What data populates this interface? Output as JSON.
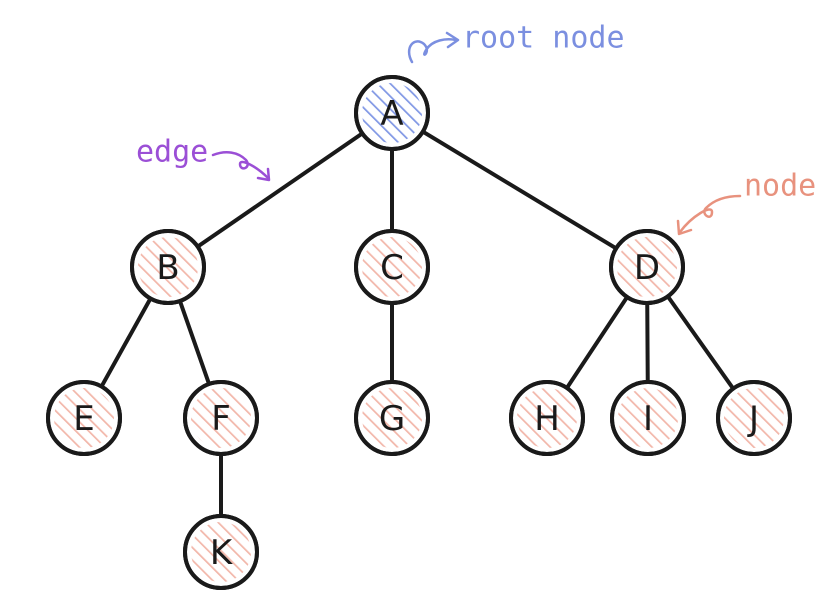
{
  "nodes": [
    {
      "id": "A",
      "label": "A",
      "is_root": true
    },
    {
      "id": "B",
      "label": "B"
    },
    {
      "id": "C",
      "label": "C"
    },
    {
      "id": "D",
      "label": "D"
    },
    {
      "id": "E",
      "label": "E"
    },
    {
      "id": "F",
      "label": "F"
    },
    {
      "id": "G",
      "label": "G"
    },
    {
      "id": "H",
      "label": "H"
    },
    {
      "id": "I",
      "label": "I"
    },
    {
      "id": "J",
      "label": "J"
    },
    {
      "id": "K",
      "label": "K"
    }
  ],
  "edges": [
    [
      "A",
      "B"
    ],
    [
      "A",
      "C"
    ],
    [
      "A",
      "D"
    ],
    [
      "B",
      "E"
    ],
    [
      "B",
      "F"
    ],
    [
      "C",
      "G"
    ],
    [
      "D",
      "H"
    ],
    [
      "D",
      "I"
    ],
    [
      "D",
      "J"
    ],
    [
      "F",
      "K"
    ]
  ],
  "annotations": {
    "root_label": "root node",
    "edge_label": "edge",
    "node_label": "node"
  },
  "colors": {
    "stroke": "#1a1a1a",
    "root_hatch": "#6b86e0",
    "node_hatch": "#ee9f8e",
    "root_annotation": "#7b8fe0",
    "edge_annotation": "#9b4fd6",
    "node_annotation": "#e8927e"
  }
}
